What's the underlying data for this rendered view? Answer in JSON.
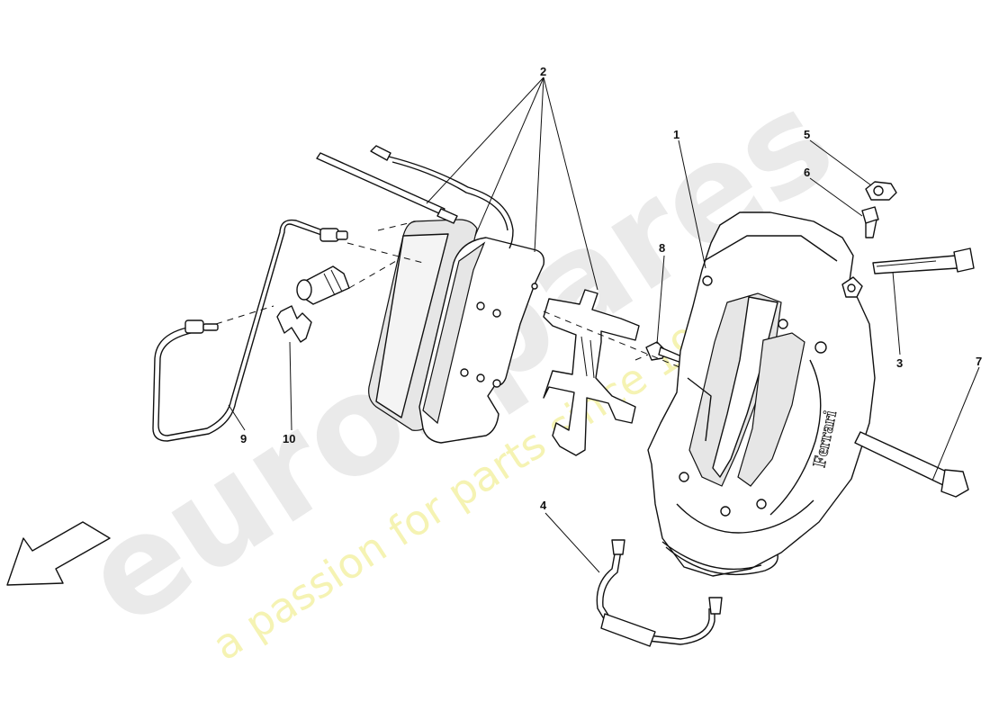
{
  "diagram": {
    "callouts": [
      {
        "id": "1",
        "label": "1"
      },
      {
        "id": "2",
        "label": "2"
      },
      {
        "id": "3",
        "label": "3"
      },
      {
        "id": "4",
        "label": "4"
      },
      {
        "id": "5",
        "label": "5"
      },
      {
        "id": "6",
        "label": "6"
      },
      {
        "id": "7",
        "label": "7"
      },
      {
        "id": "8",
        "label": "8"
      },
      {
        "id": "9",
        "label": "9"
      },
      {
        "id": "10",
        "label": "10"
      }
    ],
    "caliper_lettering": "Ferrari",
    "direction_arrow": "arrow-left-down-icon"
  },
  "watermark": {
    "brand": "eurospares",
    "tagline": "a passion for parts since 1985"
  },
  "colors": {
    "line": "#111111",
    "watermark_grey": "#d9d9d9",
    "watermark_yellow": "#f2ef9a",
    "pad_shade": "#e6e6e6"
  }
}
